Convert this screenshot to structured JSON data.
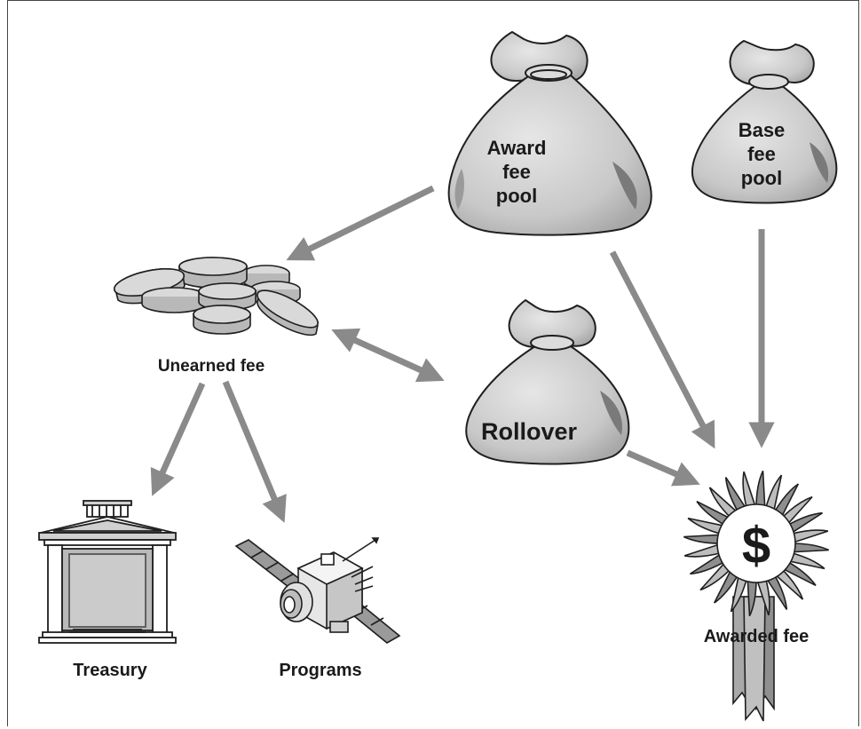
{
  "labels": {
    "award_fee_pool": [
      "Award",
      "fee",
      "pool"
    ],
    "base_fee_pool": [
      "Base",
      "fee",
      "pool"
    ],
    "unearned_fee": "Unearned fee",
    "rollover": "Rollover",
    "treasury": "Treasury",
    "programs": "Programs",
    "awarded_fee": "Awarded fee",
    "dollar_symbol": "$"
  },
  "colors": {
    "arrow": "#8a8a8a",
    "bag_fill": "#cfcfcf",
    "bag_shadow": "#9c9c9c",
    "coin_fill": "#d9d9d9",
    "outline": "#1f1f1f"
  },
  "icons": {
    "award_bag": "money-bag-icon",
    "base_bag": "money-bag-icon",
    "rollover_bag": "money-bag-icon",
    "coins": "coin-stack-icon",
    "treasury": "treasury-building-icon",
    "programs": "satellite-icon",
    "awarded": "award-rosette-icon"
  }
}
